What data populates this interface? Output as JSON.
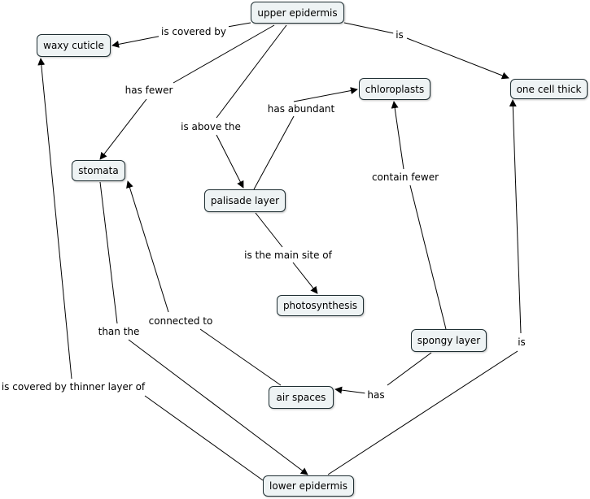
{
  "nodes": {
    "upper_epidermis": "upper epidermis",
    "waxy_cuticle": "waxy cuticle",
    "chloroplasts": "chloroplasts",
    "one_cell_thick": "one cell thick",
    "stomata": "stomata",
    "palisade_layer": "palisade layer",
    "photosynthesis": "photosynthesis",
    "spongy_layer": "spongy layer",
    "air_spaces": "air spaces",
    "lower_epidermis": "lower epidermis"
  },
  "links": {
    "ue_wc": "is covered by",
    "ue_oct": "is",
    "ue_stomata": "has fewer",
    "ue_palisade": "is above the",
    "palisade_chloro": "has abundant",
    "spongy_chloro": "contain fewer",
    "palisade_photo": "is the main site of",
    "air_stomata": "connected to",
    "stomata_lower": "than the",
    "lower_wc": "is covered by thinner layer of",
    "spongy_air": "has",
    "lower_oct": "is"
  }
}
